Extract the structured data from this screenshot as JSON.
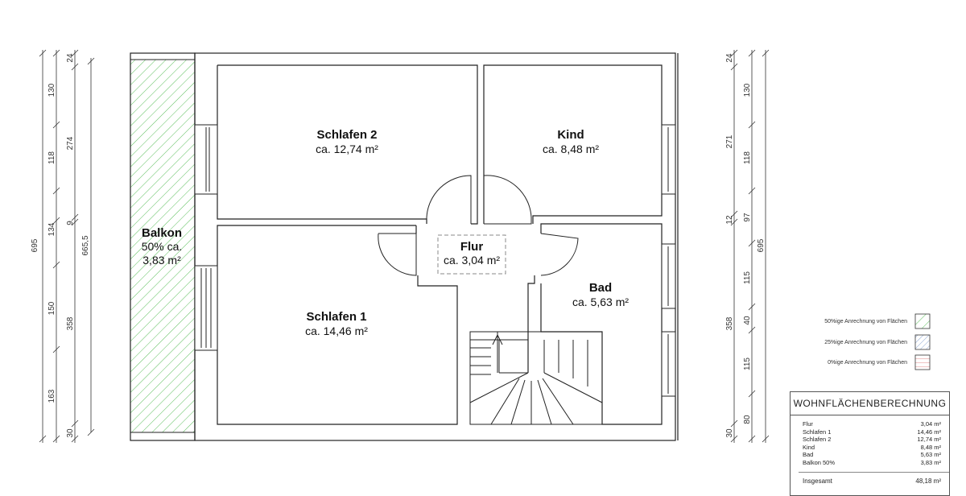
{
  "rooms": {
    "schlafen2": {
      "name": "Schlafen 2",
      "area": "ca. 12,74 m²"
    },
    "kind": {
      "name": "Kind",
      "area": "ca. 8,48 m²"
    },
    "balkon": {
      "name": "Balkon",
      "pct": "50% ca.",
      "area": "3,83 m²"
    },
    "flur": {
      "name": "Flur",
      "area": "ca. 3,04 m²"
    },
    "bad": {
      "name": "Bad",
      "area": "ca. 5,63 m²"
    },
    "schlafen1": {
      "name": "Schlafen 1",
      "area": "ca. 14,46 m²"
    }
  },
  "dimensions": {
    "left_outer": "695",
    "left_a": [
      "130",
      "118",
      "134",
      "150",
      "163"
    ],
    "left_b": [
      "24",
      "274",
      "9",
      "358",
      "30"
    ],
    "left_c": "665,5",
    "right_a": [
      "24",
      "271",
      "12",
      "358",
      "30"
    ],
    "right_b": [
      "130",
      "118",
      "97",
      "115",
      "40",
      "115",
      "80"
    ],
    "right_outer": "695"
  },
  "legend": [
    {
      "label": "50%ige Anrechnung von Flächen",
      "color": "#5cbf5c"
    },
    {
      "label": "25%ige Anrechnung von Flächen",
      "color": "#6d8fc7"
    },
    {
      "label": "0%ige Anrechnung von Flächen",
      "color": "#d96b6b"
    }
  ],
  "table": {
    "title": "WOHNFLÄCHENBERECHNUNG",
    "rows": [
      {
        "label": "Flur",
        "value": "3,04 m²"
      },
      {
        "label": "Schlafen 1",
        "value": "14,46 m²"
      },
      {
        "label": "Schlafen 2",
        "value": "12,74 m²"
      },
      {
        "label": "Kind",
        "value": "8,48 m²"
      },
      {
        "label": "Bad",
        "value": "5,63 m²"
      },
      {
        "label": "Balkon 50%",
        "value": "3,83 m²"
      }
    ],
    "total": {
      "label": "Insgesamt",
      "value": "48,18 m²"
    }
  }
}
